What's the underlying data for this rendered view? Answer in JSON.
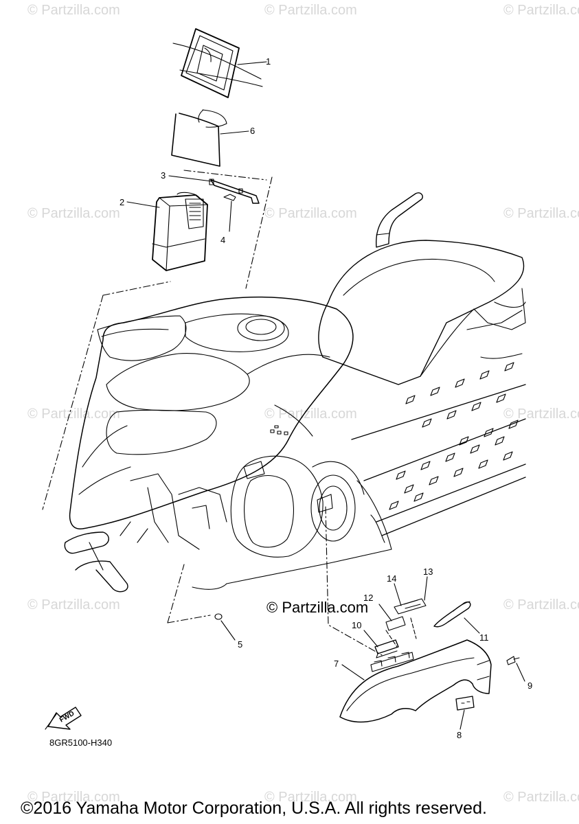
{
  "watermark": "© Partzilla.com",
  "center_watermark": "© Partzilla.com",
  "callouts": {
    "c1": "1",
    "c2": "2",
    "c3": "3",
    "c4": "4",
    "c5": "5",
    "c6": "6",
    "c7": "7",
    "c8": "8",
    "c9": "9",
    "c10": "10",
    "c11": "11",
    "c12": "12",
    "c13": "13",
    "c14": "14"
  },
  "fwd_label": "FWD",
  "diagram_code": "8GR5100-H340",
  "copyright": "©2016 Yamaha Motor Corporation, U.S.A. All rights reserved."
}
